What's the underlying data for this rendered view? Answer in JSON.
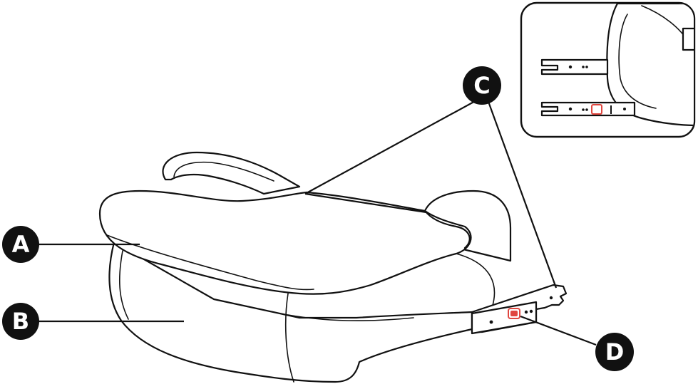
{
  "callouts": [
    {
      "id": "A",
      "letter": "A"
    },
    {
      "id": "B",
      "letter": "B"
    },
    {
      "id": "C",
      "letter": "C"
    },
    {
      "id": "D",
      "letter": "D"
    }
  ],
  "colors": {
    "outline": "#111111",
    "badge": "#111111",
    "badge_text": "#ffffff",
    "release_button": "#e0463f",
    "background": "#ffffff"
  },
  "inset": {
    "icon": "isofix-connector-detail-icon",
    "states": [
      "retracted",
      "extended"
    ]
  }
}
